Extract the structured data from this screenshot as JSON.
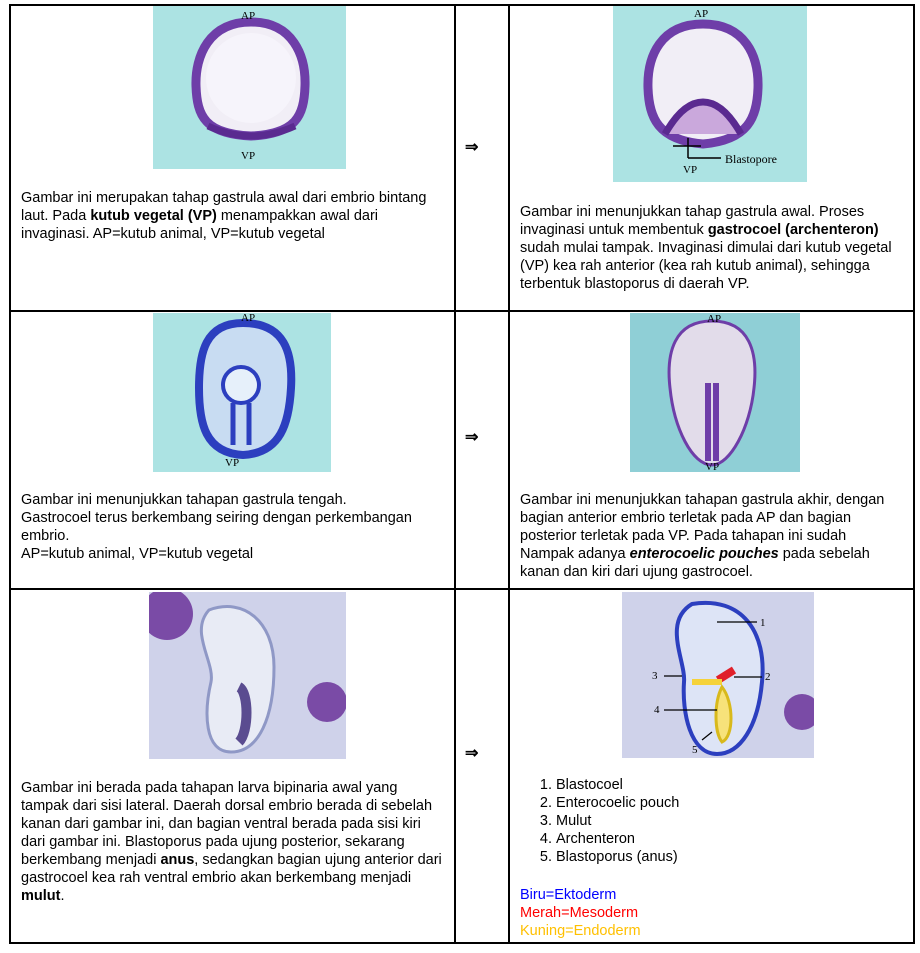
{
  "rows": [
    {
      "left": {
        "labels": {
          "top": "AP",
          "bottom": "VP"
        },
        "text_parts": [
          "Gambar ini merupakan tahap gastrula awal dari embrio bintang laut.  Pada ",
          "kutub vegetal (VP)",
          " menampakkan awal dari invaginasi. AP=kutub animal, VP=kutub vegetal"
        ]
      },
      "right": {
        "labels": {
          "top": "AP",
          "bottom": "VP",
          "blastopore": "Blastopore"
        },
        "text_parts": [
          "Gambar ini menunjukkan tahap gastrula awal. Proses invaginasi untuk membentuk ",
          "gastrocoel (archenteron)",
          " sudah mulai tampak. Invaginasi dimulai dari kutub vegetal (VP) kea rah anterior (kea rah kutub animal), sehingga terbentuk blastoporus di daerah VP."
        ]
      }
    },
    {
      "left": {
        "labels": {
          "top": "AP",
          "bottom": "VP"
        },
        "text_lines": [
          "Gambar ini menunjukkan tahapan gastrula tengah.",
          "Gastrocoel terus berkembang seiring dengan perkembangan embrio.",
          "AP=kutub animal, VP=kutub vegetal"
        ]
      },
      "right": {
        "labels": {
          "top": "AP",
          "bottom": "VP"
        },
        "text_parts": [
          "Gambar ini menunjukkan tahapan gastrula akhir, dengan bagian anterior embrio terletak pada AP dan bagian posterior terletak pada VP.  Pada tahapan ini sudah Nampak adanya ",
          "enterocoelic pouches",
          " pada sebelah kanan dan kiri dari ujung gastrocoel."
        ]
      }
    },
    {
      "left": {
        "text_parts": [
          "Gambar ini berada pada tahapan larva bipinaria awal yang tampak dari sisi lateral. Daerah dorsal embrio berada di sebelah kanan dari gambar ini, dan bagian ventral berada pada sisi kiri dari gambar ini.  Blastoporus pada ujung posterior, sekarang berkembang menjadi ",
          "anus",
          ", sedangkan bagian ujung anterior dari gastrocoel kea rah ventral embrio akan berkembang menjadi ",
          "mulut",
          "."
        ]
      },
      "right": {
        "figure_numbers": [
          "1",
          "2",
          "3",
          "4",
          "5"
        ],
        "list": [
          "Blastocoel",
          "Enterocoelic pouch",
          "Mulut",
          "Archenteron",
          "Blastoporus (anus)"
        ],
        "legend": [
          {
            "text": "Biru=Ektoderm",
            "color": "#0000ff"
          },
          {
            "text": "Merah=Mesoderm",
            "color": "#ff0000"
          },
          {
            "text": "Kuning=Endoderm",
            "color": "#ffc000"
          }
        ]
      }
    }
  ],
  "arrow": "⇒",
  "colors": {
    "micrograph_bg": "#ace3e3",
    "stain_purple": "#6e3ea8",
    "stain_blue": "#2c3fbf"
  }
}
